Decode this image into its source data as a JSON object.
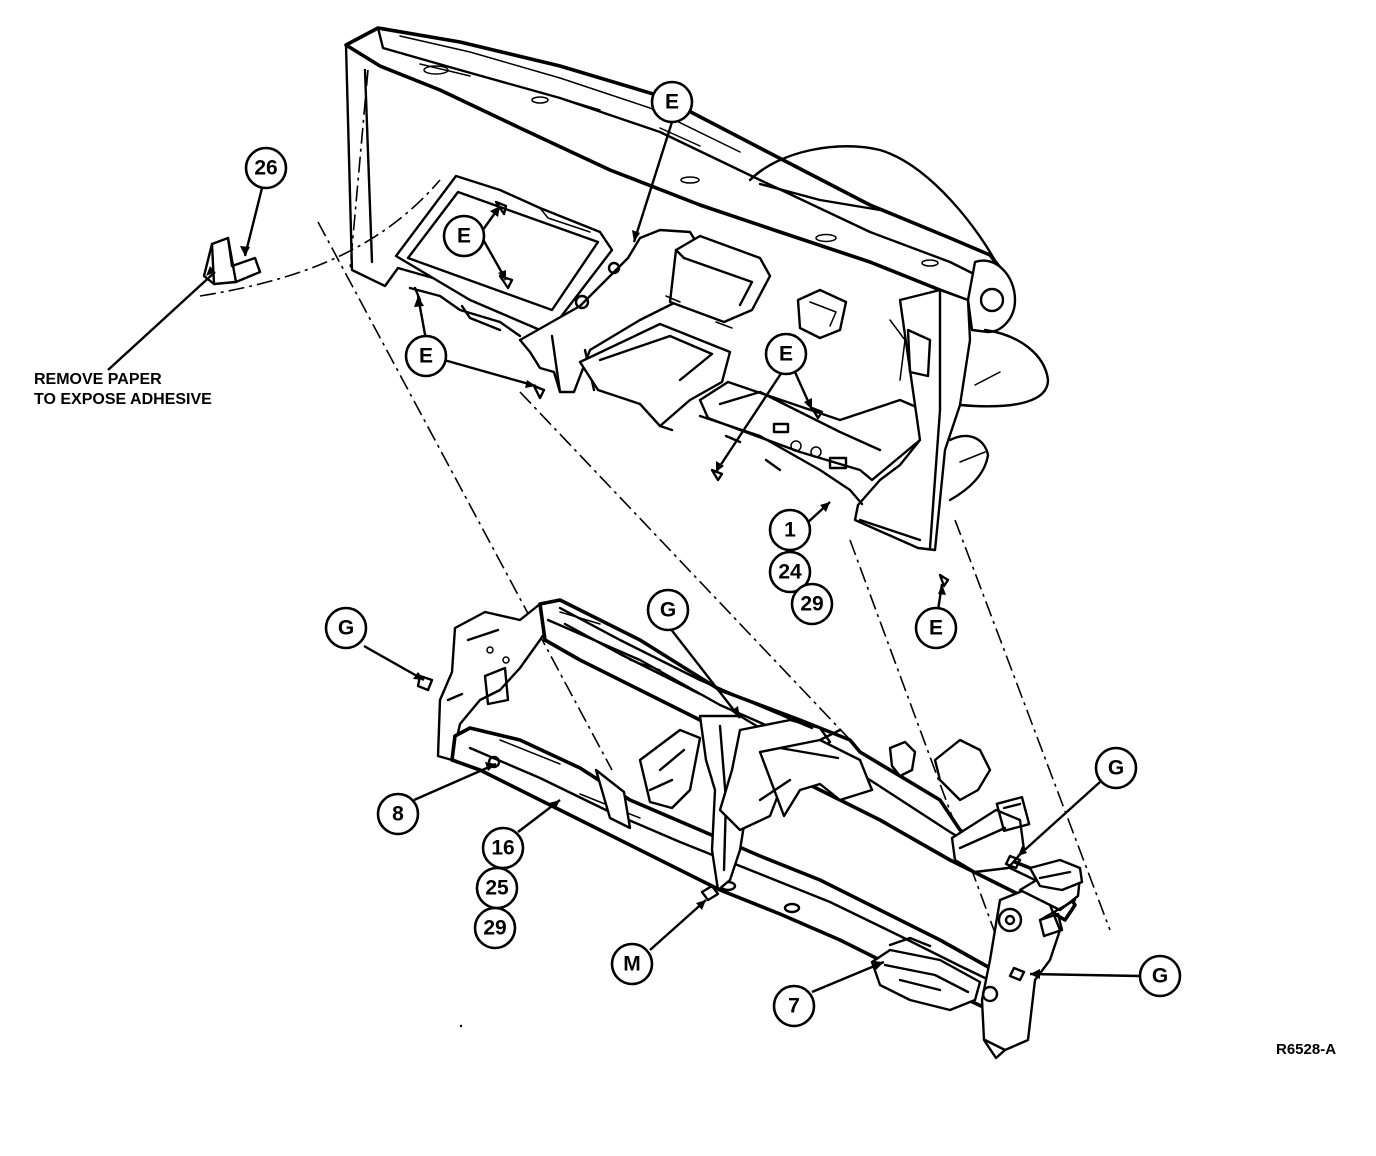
{
  "note": {
    "line1": "REMOVE PAPER",
    "line2": "TO EXPOSE ADHESIVE"
  },
  "figure_ref": "R6528-A",
  "callouts": {
    "c26": "26",
    "e_top": "E",
    "e_left_glovebox": "E",
    "e_left_lower": "E",
    "e_center": "E",
    "e_right_lower": "E",
    "c1": "1",
    "c24": "24",
    "c29_upper": "29",
    "g_left": "G",
    "g_center": "G",
    "g_right_upper": "G",
    "g_right_lower": "G",
    "c8": "8",
    "c16": "16",
    "c25": "25",
    "c29_lower": "29",
    "m": "M",
    "c7": "7"
  }
}
